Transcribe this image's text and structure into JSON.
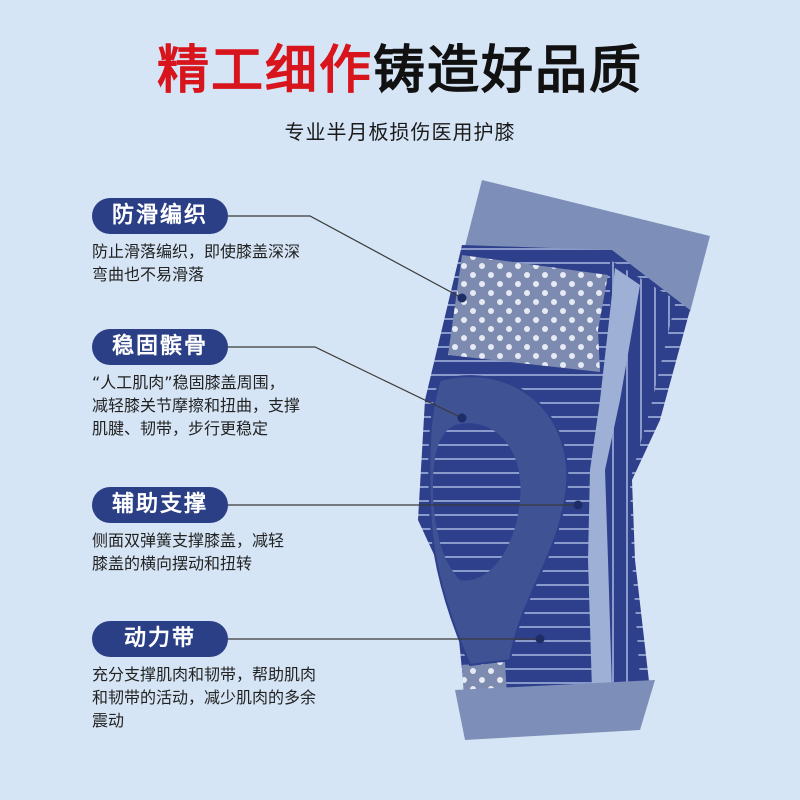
{
  "header": {
    "title_highlight": "精工细作",
    "title_rest": "铸造好品质",
    "subtitle": "专业半月板损伤医用护膝"
  },
  "features": [
    {
      "label": "防滑编织",
      "desc": [
        "防止滑落编织，即使膝盖深深",
        "弯曲也不易滑落"
      ]
    },
    {
      "label": "稳固髌骨",
      "desc": [
        "“人工肌肉”稳固膝盖周围，",
        "减轻膝关节摩擦和扭曲，支撑",
        "肌腱、韧带，步行更稳定"
      ]
    },
    {
      "label": "辅助支撑",
      "desc": [
        "侧面双弹簧支撑膝盖，减轻",
        "膝盖的横向摆动和扭转"
      ]
    },
    {
      "label": "动力带",
      "desc": [
        "充分支撑肌肉和韧带，帮助肌肉",
        "和韧带的活动，减少肌肉的多余",
        "震动"
      ]
    }
  ],
  "colors": {
    "background": "#d6e5f6",
    "accent_red": "#d8141d",
    "pill_navy": "#2b3f86",
    "brace_dark": "#2e3f8c",
    "brace_light": "#7d8fb8"
  }
}
